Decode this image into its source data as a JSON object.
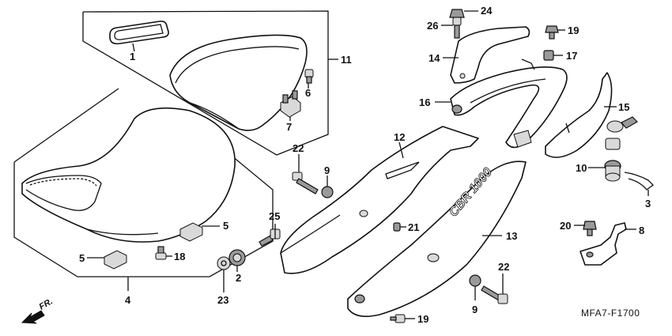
{
  "callouts": [
    {
      "id": "1",
      "text": "1"
    },
    {
      "id": "2",
      "text": "2"
    },
    {
      "id": "3",
      "text": "3"
    },
    {
      "id": "4",
      "text": "4"
    },
    {
      "id": "5a",
      "text": "5"
    },
    {
      "id": "5b",
      "text": "5"
    },
    {
      "id": "6",
      "text": "6"
    },
    {
      "id": "7",
      "text": "7"
    },
    {
      "id": "8",
      "text": "8"
    },
    {
      "id": "9a",
      "text": "9"
    },
    {
      "id": "9b",
      "text": "9"
    },
    {
      "id": "10",
      "text": "10"
    },
    {
      "id": "11",
      "text": "11"
    },
    {
      "id": "12",
      "text": "12"
    },
    {
      "id": "13",
      "text": "13"
    },
    {
      "id": "14",
      "text": "14"
    },
    {
      "id": "15",
      "text": "15"
    },
    {
      "id": "16",
      "text": "16"
    },
    {
      "id": "17",
      "text": "17"
    },
    {
      "id": "18",
      "text": "18"
    },
    {
      "id": "19a",
      "text": "19"
    },
    {
      "id": "19b",
      "text": "19"
    },
    {
      "id": "20",
      "text": "20"
    },
    {
      "id": "21",
      "text": "21"
    },
    {
      "id": "22a",
      "text": "22"
    },
    {
      "id": "22b",
      "text": "22"
    },
    {
      "id": "23",
      "text": "23"
    },
    {
      "id": "24",
      "text": "24"
    },
    {
      "id": "25",
      "text": "25"
    },
    {
      "id": "26",
      "text": "26"
    }
  ],
  "reference_code": "MFA7-F1700",
  "direction_label": "FR.",
  "cowl_logo": "CBR 1000"
}
